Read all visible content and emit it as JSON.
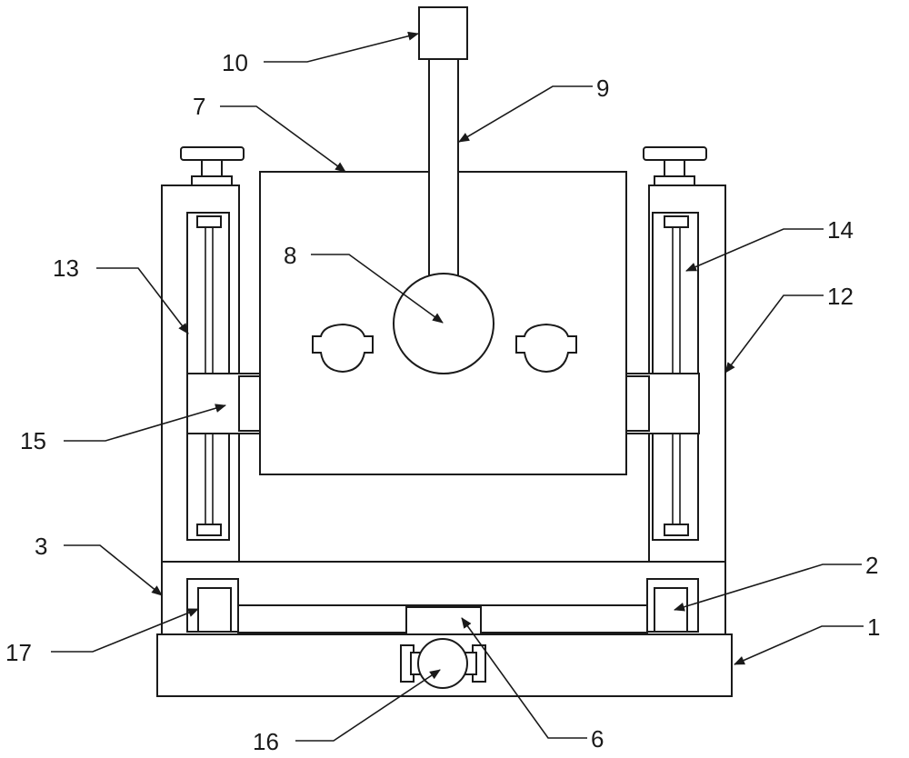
{
  "labels": {
    "l1": "1",
    "l2": "2",
    "l3": "3",
    "l6": "6",
    "l7": "7",
    "l8": "8",
    "l9": "9",
    "l10": "10",
    "l12": "12",
    "l13": "13",
    "l14": "14",
    "l15": "15",
    "l16": "16",
    "l17": "17"
  }
}
